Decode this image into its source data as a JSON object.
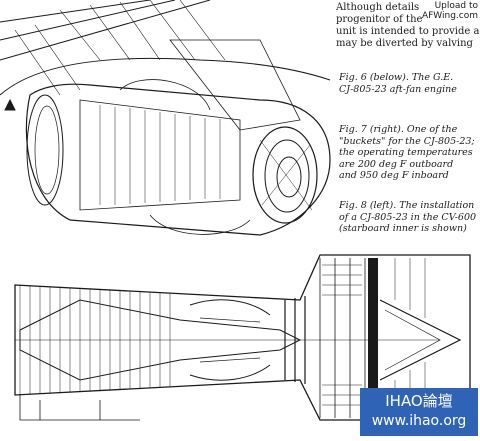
{
  "watermark_top": {
    "line1": "Upload to",
    "line2": "AFWing.com"
  },
  "body_text": [
    "Although details",
    "progenitor of the",
    "unit is intended to provide a",
    "may be diverted by valving"
  ],
  "captions": {
    "fig6": [
      "Fig. 6 (below). The G.E.",
      "CJ-805-23 aft-fan engine"
    ],
    "fig7": [
      "Fig. 7 (right). One of the",
      "\"buckets\" for the CJ-805-23;",
      "the operating temperatures",
      "are 200 deg F outboard",
      "and 950 deg F inboard"
    ],
    "fig8": [
      "Fig. 8 (left). The installation",
      "of a CJ-805-23 in the CV-600",
      "(starboard inner is shown)"
    ]
  },
  "watermark_bottom": {
    "line1": "IHAO論壇",
    "line2": "www.ihao.org"
  },
  "colors": {
    "ink": "#1a1a1a",
    "paper": "#ffffff",
    "badge": "#2f63b5"
  }
}
